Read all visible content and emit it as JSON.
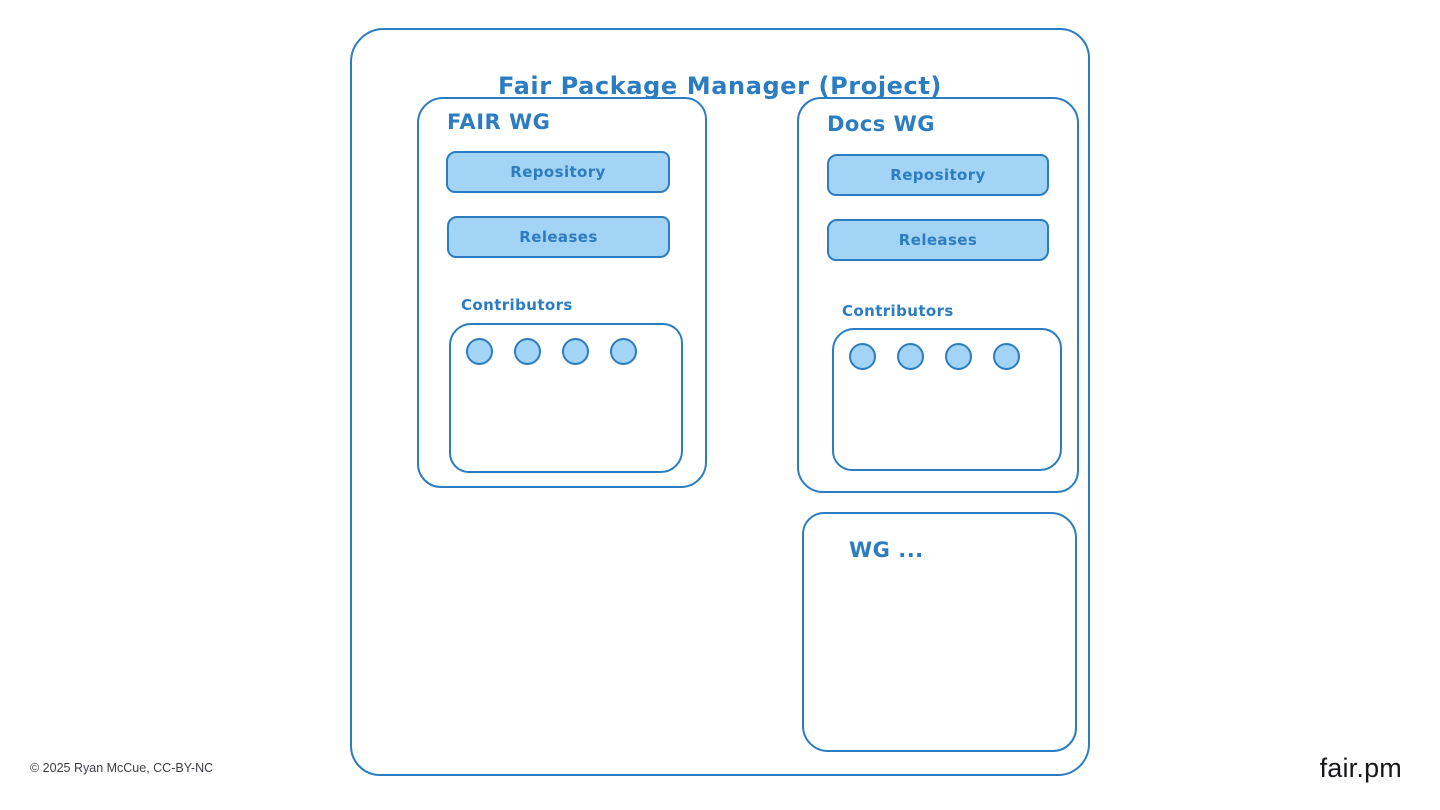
{
  "page": {
    "title": "Fair Package Manager (Project)",
    "footer_left": "© 2025 Ryan McCue, CC-BY-NC",
    "footer_right": "fair.pm"
  },
  "colors": {
    "stroke": "#2b7cc0",
    "fill": "#a3d3f5",
    "text": "#2b7cc0",
    "footer": "#3f3f46",
    "brand": "#18181b"
  },
  "groups": [
    {
      "id": "fair-wg",
      "title": "FAIR WG",
      "buttons": [
        "Repository",
        "Releases"
      ],
      "contributors_label": "Contributors",
      "contributor_count": 4
    },
    {
      "id": "docs-wg",
      "title": "Docs WG",
      "buttons": [
        "Repository",
        "Releases"
      ],
      "contributors_label": "Contributors",
      "contributor_count": 4
    }
  ],
  "placeholder_group": {
    "title": "WG ..."
  }
}
